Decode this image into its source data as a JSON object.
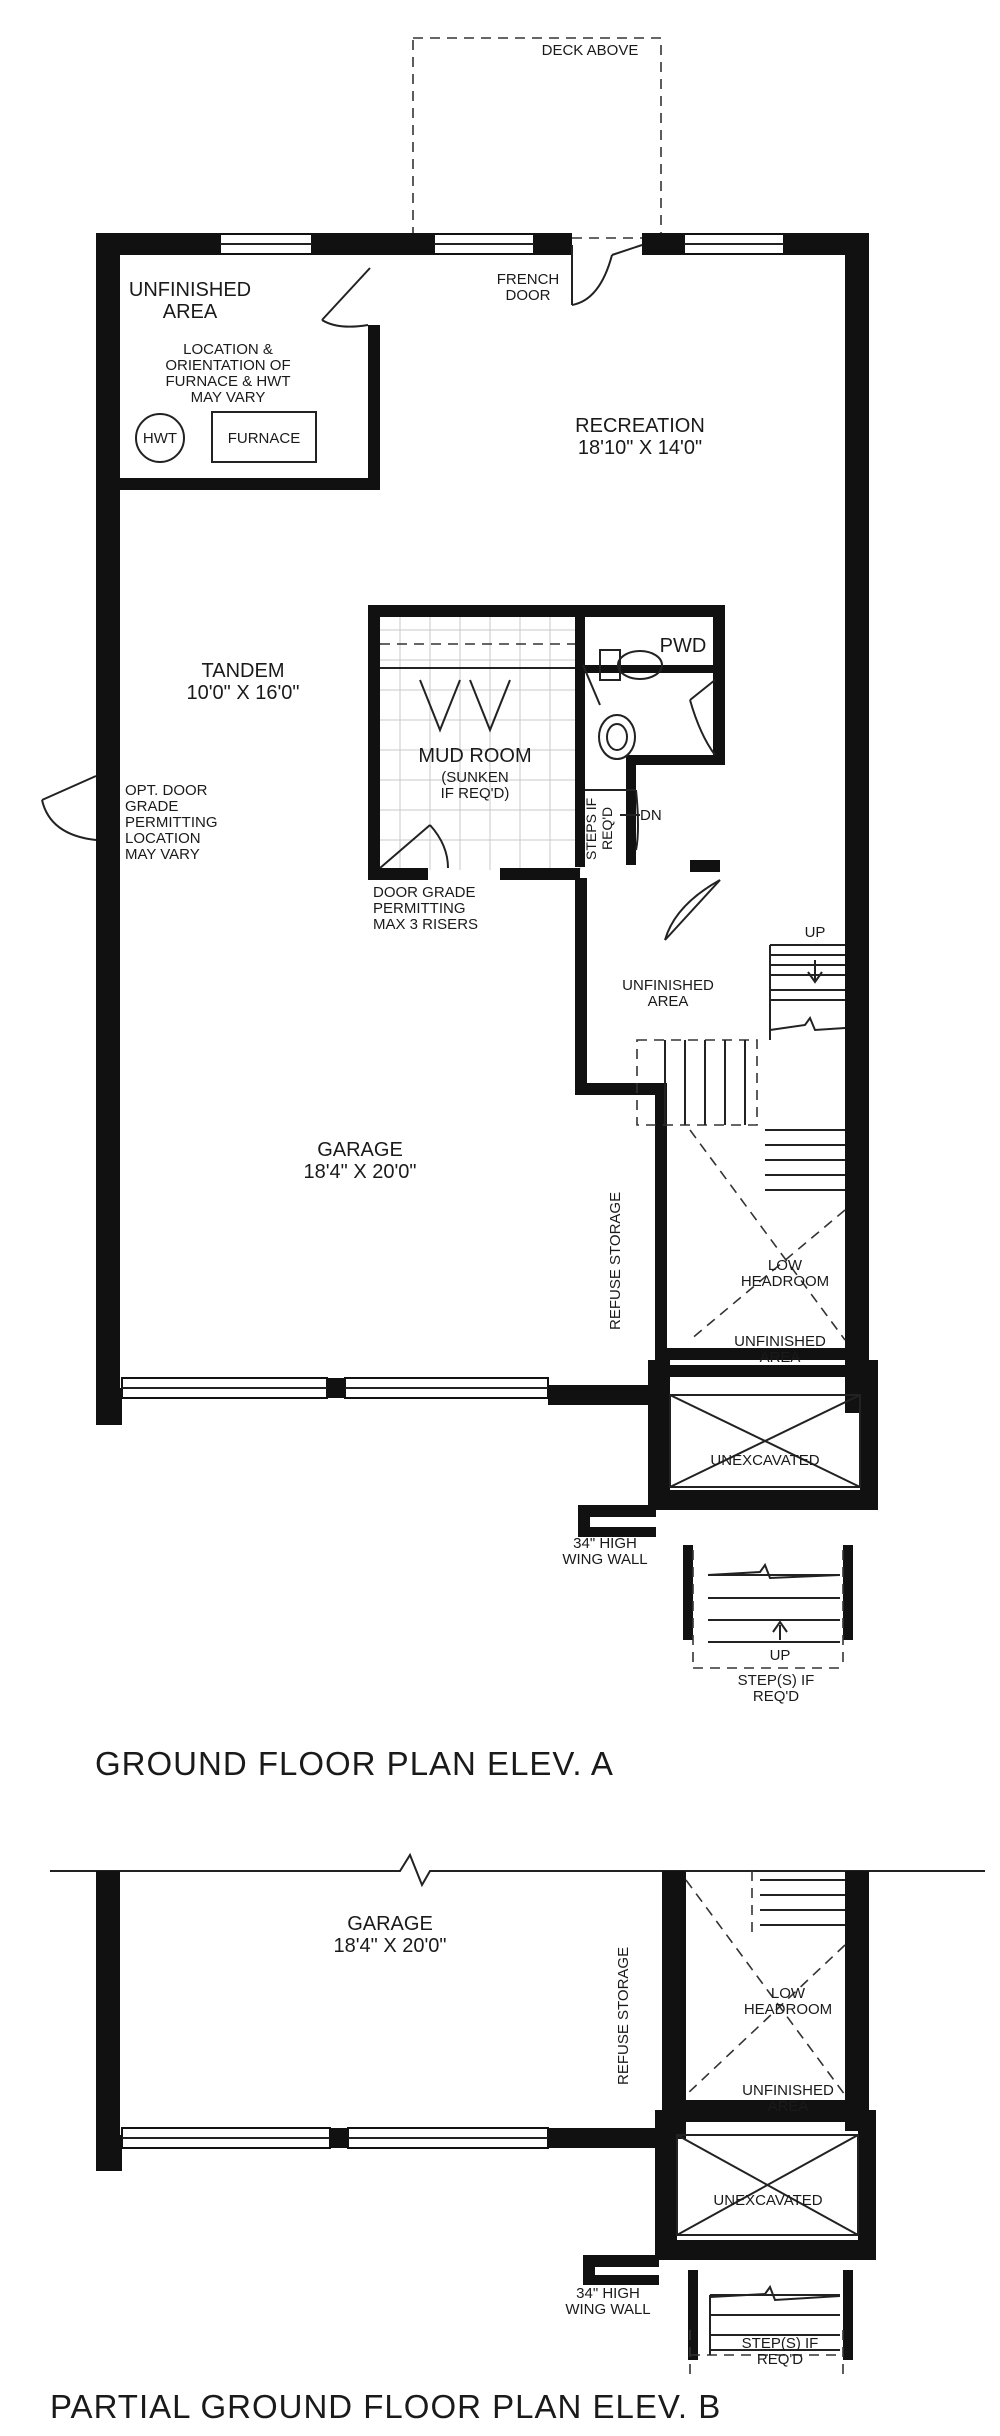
{
  "plan_a": {
    "deck_above": "DECK ABOVE",
    "french_door": [
      "FRENCH",
      "DOOR"
    ],
    "unfinished_area_top": [
      "UNFINISHED",
      "AREA"
    ],
    "furnace_note": [
      "LOCATION &",
      "ORIENTATION OF",
      "FURNACE & HWT",
      "MAY VARY"
    ],
    "hwt": "HWT",
    "furnace": "FURNACE",
    "recreation": {
      "name": "RECREATION",
      "size": "18'10\" X 14'0\""
    },
    "pwd": "PWD",
    "tandem": {
      "name": "TANDEM",
      "size": "10'0\" X 16'0\""
    },
    "opt_door": [
      "OPT. DOOR",
      "GRADE",
      "PERMITTING",
      "LOCATION",
      "MAY VARY"
    ],
    "mud_room": {
      "name": "MUD ROOM",
      "note": [
        "(SUNKEN",
        "IF REQ'D)"
      ]
    },
    "steps_if_reqd": [
      "STEPS IF",
      "REQ'D"
    ],
    "dn": "DN",
    "up_stair": "UP",
    "door_grade": [
      "DOOR GRADE",
      "PERMITTING",
      "MAX 3 RISERS"
    ],
    "unfinished_area_mid": [
      "UNFINISHED",
      "AREA"
    ],
    "garage": {
      "name": "GARAGE",
      "size": "18'4\" X 20'0\""
    },
    "refuse_storage": "REFUSE STORAGE",
    "low_headroom": [
      "LOW",
      "HEADROOM"
    ],
    "unfinished_area_low": [
      "UNFINISHED",
      "AREA"
    ],
    "unexcavated": "UNEXCAVATED",
    "wing_wall": [
      "34\" HIGH",
      "WING WALL"
    ],
    "up_front": "UP",
    "steps_front": [
      "STEP(S) IF",
      "REQ'D"
    ],
    "title": "GROUND FLOOR PLAN ELEV. A"
  },
  "plan_b": {
    "garage": {
      "name": "GARAGE",
      "size": "18'4\" X 20'0\""
    },
    "refuse_storage": "REFUSE STORAGE",
    "low_headroom": [
      "LOW",
      "HEADROOM"
    ],
    "unfinished_area": [
      "UNFINISHED",
      "AREA"
    ],
    "unexcavated": "UNEXCAVATED",
    "wing_wall": [
      "34\" HIGH",
      "WING WALL"
    ],
    "steps_front": [
      "STEP(S) IF",
      "REQ'D"
    ],
    "title": "PARTIAL GROUND FLOOR PLAN ELEV. B"
  }
}
